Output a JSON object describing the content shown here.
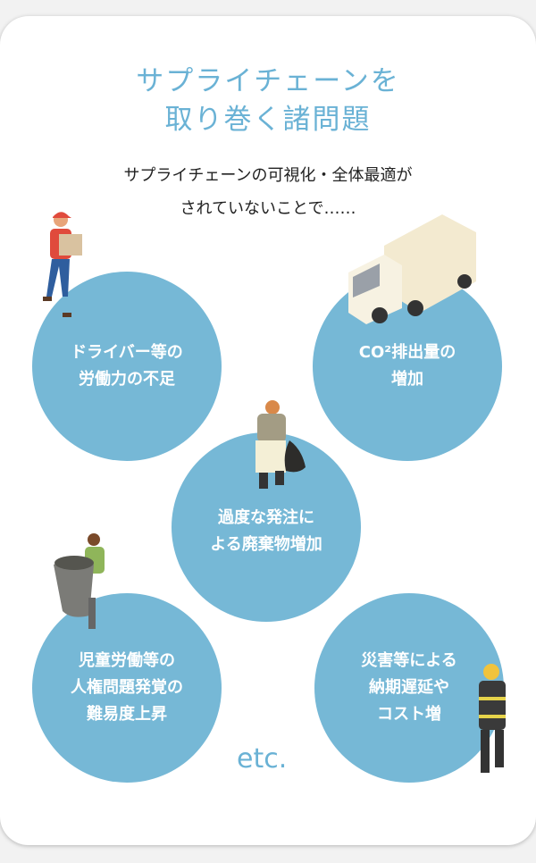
{
  "title": {
    "line1": "サプライチェーンを",
    "line2": "取り巻く諸問題"
  },
  "subtitle": {
    "line1": "サプライチェーンの可視化・全体最適が",
    "line2": "されていないことで……"
  },
  "issues": [
    {
      "label": "ドライバー等の\n労働力の不足"
    },
    {
      "label": "CO²排出量の\n増加"
    },
    {
      "label": "過度な発注に\nよる廃棄物増加"
    },
    {
      "label": "児童労働等の\n人権問題発覚の\n難易度上昇"
    },
    {
      "label": "災害等による\n納期遅延や\nコスト増"
    }
  ],
  "etc": "etc.",
  "colors": {
    "accent": "#6ab2d5",
    "circle": "#76b8d6"
  }
}
